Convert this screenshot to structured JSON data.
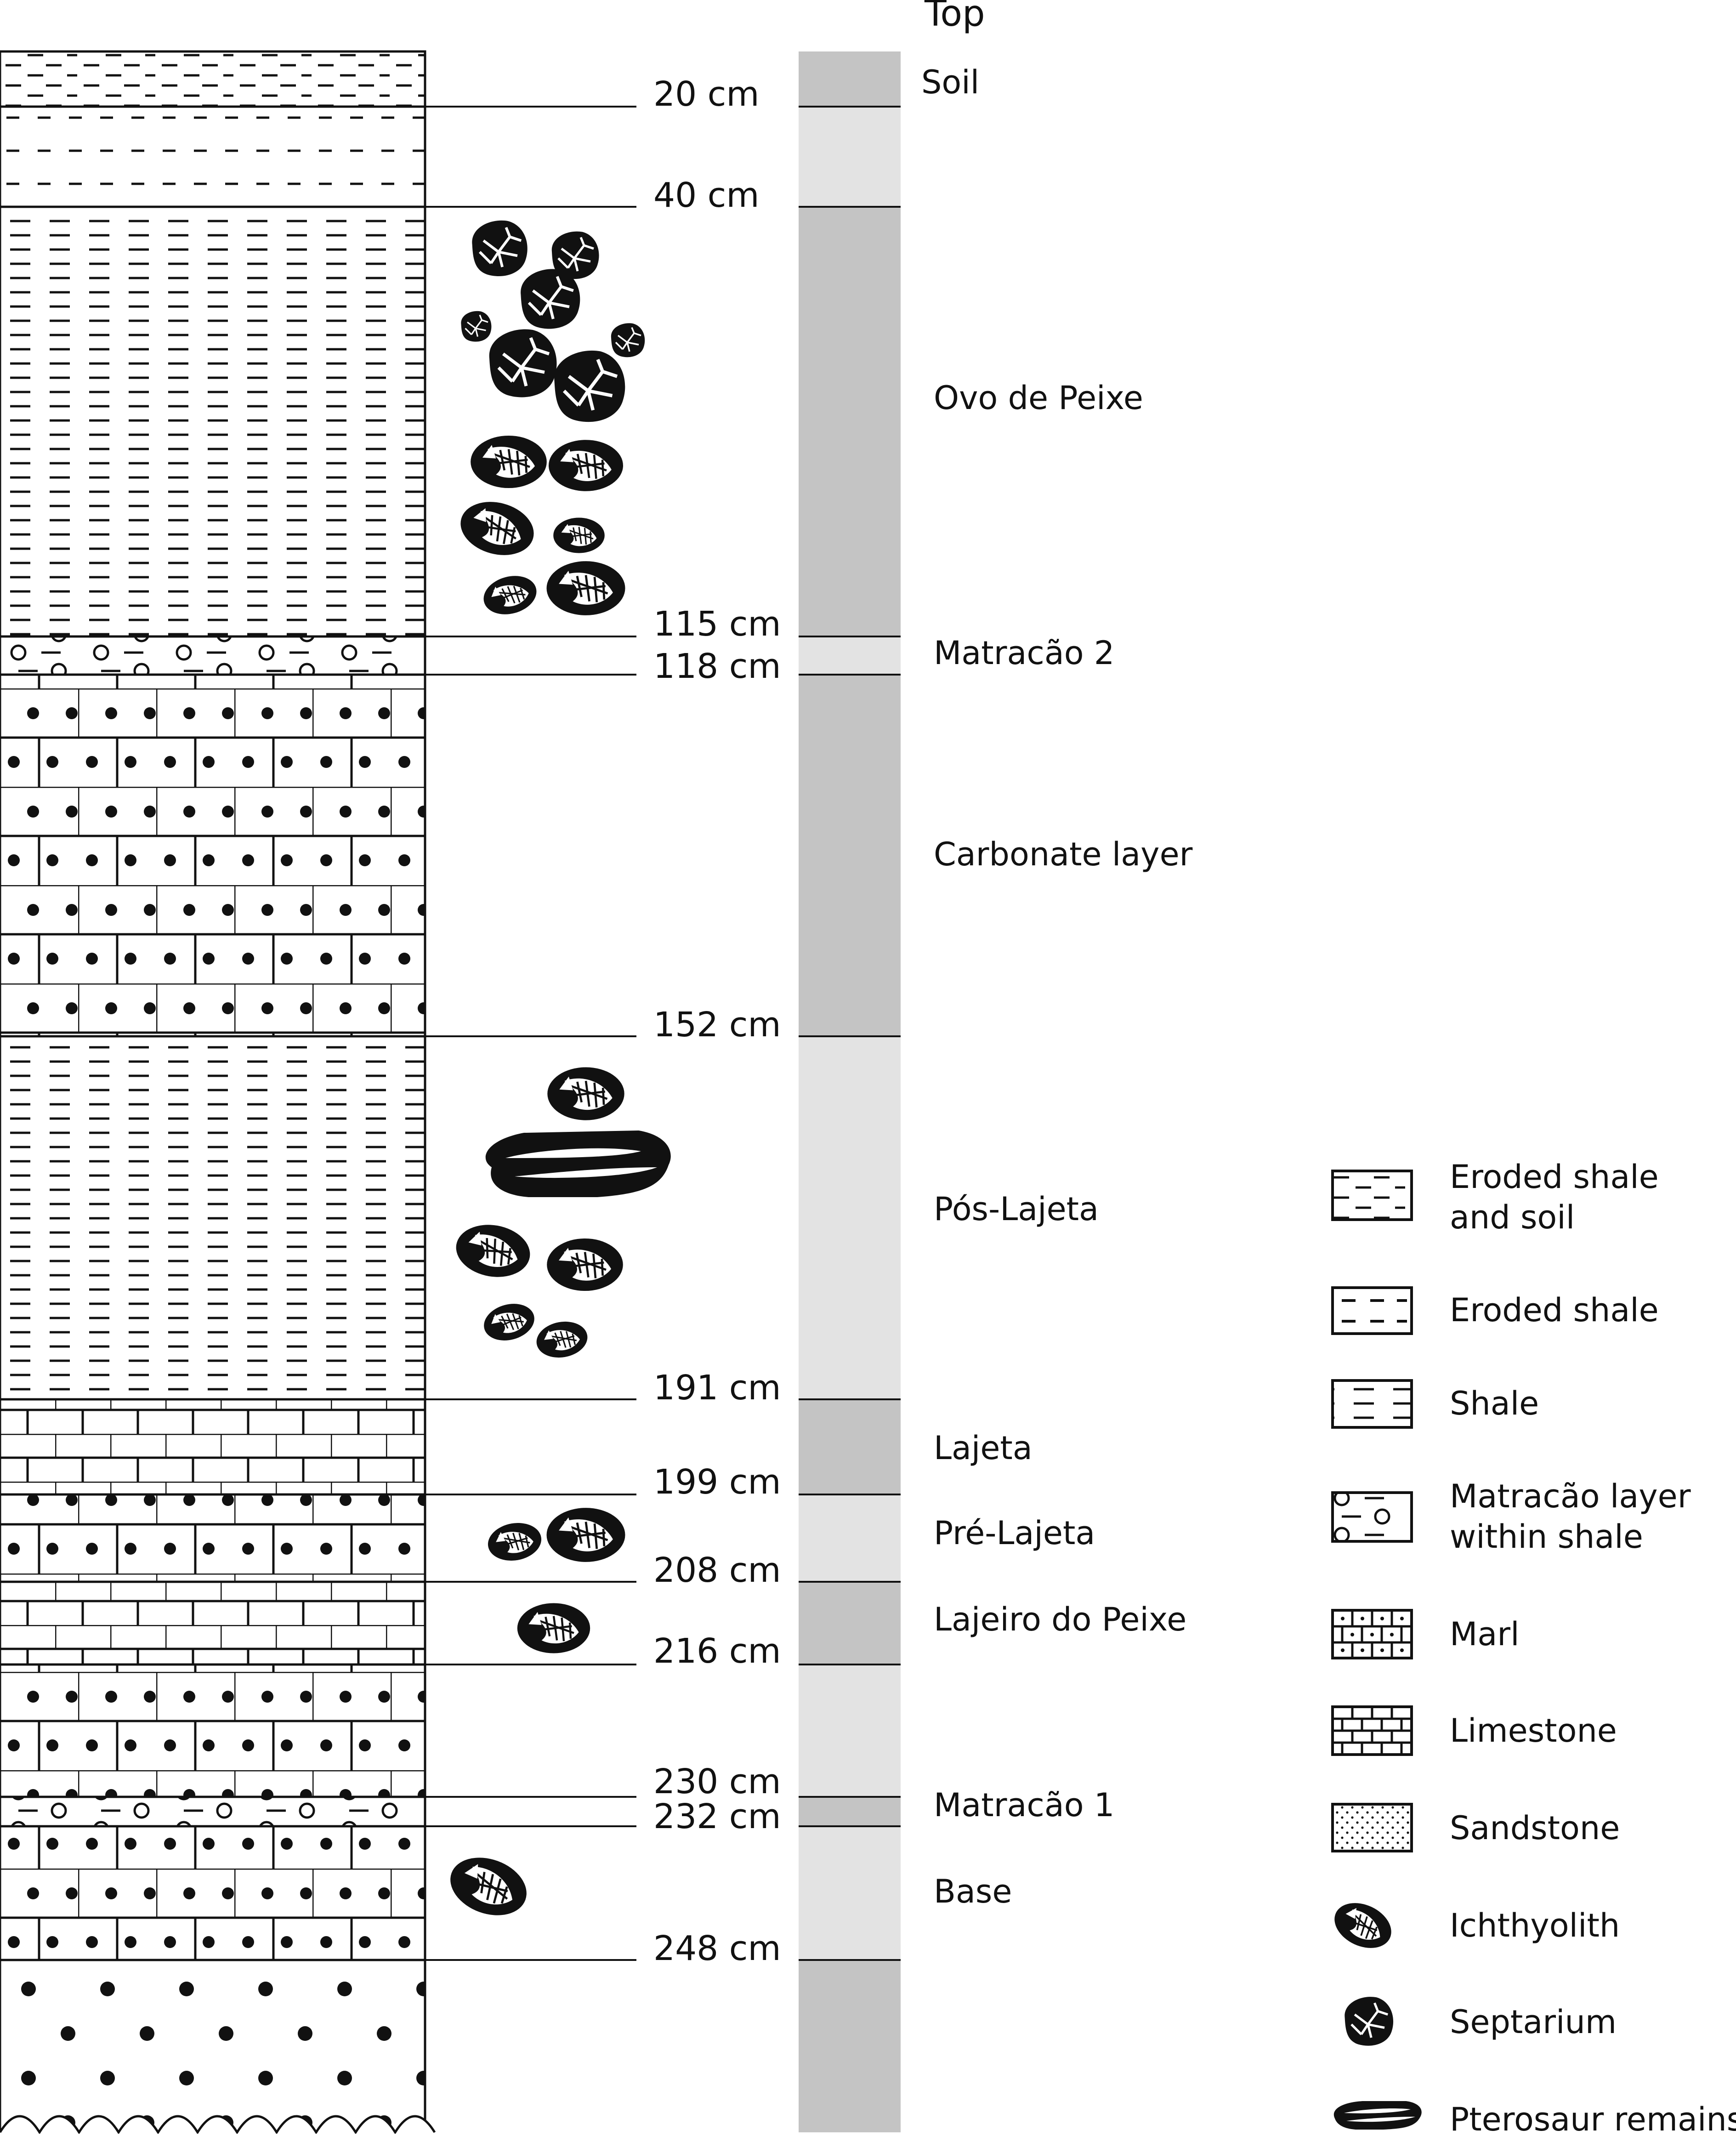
{
  "column": {
    "top_label": "Top",
    "depth_ticks": [
      {
        "label": "20 cm"
      },
      {
        "label": "40 cm"
      },
      {
        "label": "115 cm"
      },
      {
        "label": "118 cm"
      },
      {
        "label": "152 cm"
      },
      {
        "label": "191 cm"
      },
      {
        "label": "199 cm"
      },
      {
        "label": "208 cm"
      },
      {
        "label": "216 cm"
      },
      {
        "label": "230 cm"
      },
      {
        "label": "232 cm"
      },
      {
        "label": "248 cm"
      }
    ],
    "units": [
      {
        "name": "Soil",
        "lithology": "eroded-shale-and-soil",
        "bar_shade": "dark"
      },
      {
        "name": "",
        "lithology": "eroded-shale",
        "bar_shade": "light"
      },
      {
        "name": "Ovo de Peixe",
        "lithology": "shale",
        "bar_shade": "dark",
        "fossils": [
          "Septarium",
          "Ichthyolith"
        ]
      },
      {
        "name": "Matracão 2",
        "lithology": "matracao-layer-within-shale",
        "bar_shade": "light"
      },
      {
        "name": "Carbonate  layer",
        "lithology": "marl",
        "bar_shade": "dark"
      },
      {
        "name": "Pós-Lajeta",
        "lithology": "shale",
        "bar_shade": "light",
        "fossils": [
          "Ichthyolith",
          "Pterosaur remains"
        ]
      },
      {
        "name": "Lajeta",
        "lithology": "limestone",
        "bar_shade": "dark"
      },
      {
        "name": "Pré-Lajeta",
        "lithology": "marl",
        "bar_shade": "light",
        "fossils": [
          "Ichthyolith"
        ]
      },
      {
        "name": "Lajeiro do Peixe",
        "lithology": "limestone",
        "bar_shade": "dark",
        "fossils": [
          "Ichthyolith"
        ]
      },
      {
        "name": "",
        "lithology": "marl",
        "bar_shade": "light"
      },
      {
        "name": "Matracão 1",
        "lithology": "matracao-layer-within-shale",
        "bar_shade": "dark"
      },
      {
        "name": "Base",
        "lithology": "marl",
        "bar_shade": "light",
        "fossils": [
          "Ichthyolith"
        ]
      },
      {
        "name": "",
        "lithology": "sandstone",
        "bar_shade": "dark"
      }
    ]
  },
  "legend": {
    "items": [
      {
        "lines": [
          "Eroded shale",
          "and soil"
        ],
        "icon": "eroded-shale-and-soil-icon"
      },
      {
        "lines": [
          "Eroded shale"
        ],
        "icon": "eroded-shale-icon"
      },
      {
        "lines": [
          " Shale"
        ],
        "icon": "shale-icon"
      },
      {
        "lines": [
          "Matracão layer",
          "within shale"
        ],
        "icon": "matracao-layer-icon"
      },
      {
        "lines": [
          "Marl"
        ],
        "icon": "marl-icon"
      },
      {
        "lines": [
          "Limestone"
        ],
        "icon": "limestone-icon"
      },
      {
        "lines": [
          "Sandstone"
        ],
        "icon": "sandstone-icon"
      },
      {
        "lines": [
          "Ichthyolith"
        ],
        "icon": "ichthyolith-icon"
      },
      {
        "lines": [
          "Septarium"
        ],
        "icon": "septarium-icon"
      },
      {
        "lines": [
          "Pterosaur remains"
        ],
        "icon": "pterosaur-remains-icon"
      }
    ]
  },
  "colors": {
    "ink": "#111111",
    "bar_dark": "#c4c4c4",
    "bar_light": "#e3e3e3",
    "background": "#ffffff"
  }
}
